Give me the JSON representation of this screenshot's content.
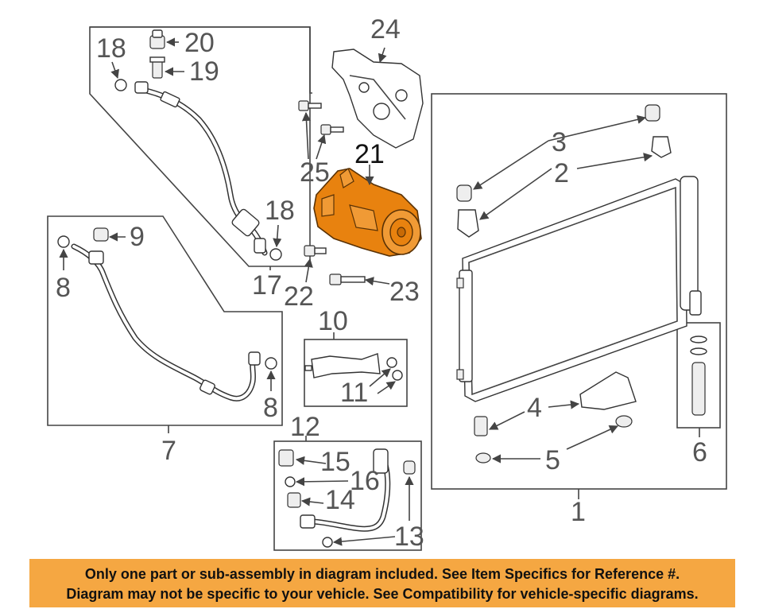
{
  "callouts": {
    "c1": "1",
    "c2": "2",
    "c3": "3",
    "c4": "4",
    "c5": "5",
    "c6": "6",
    "c7": "7",
    "c8a": "8",
    "c8b": "8",
    "c9": "9",
    "c10": "10",
    "c11": "11",
    "c12": "12",
    "c13": "13",
    "c14": "14",
    "c15": "15",
    "c16": "16",
    "c17": "17",
    "c18a": "18",
    "c18b": "18",
    "c19": "19",
    "c20": "20",
    "c21": "21",
    "c22": "22",
    "c23": "23",
    "c24": "24",
    "c25": "25"
  },
  "highlight_color": "#e8820f",
  "banner": {
    "background": "#f5a742",
    "line1": "Only one part or sub-assembly in diagram included. See Item Specifics for Reference #.",
    "line2": "Diagram may not be specific to your vehicle. See Compatibility for vehicle-specific diagrams."
  }
}
